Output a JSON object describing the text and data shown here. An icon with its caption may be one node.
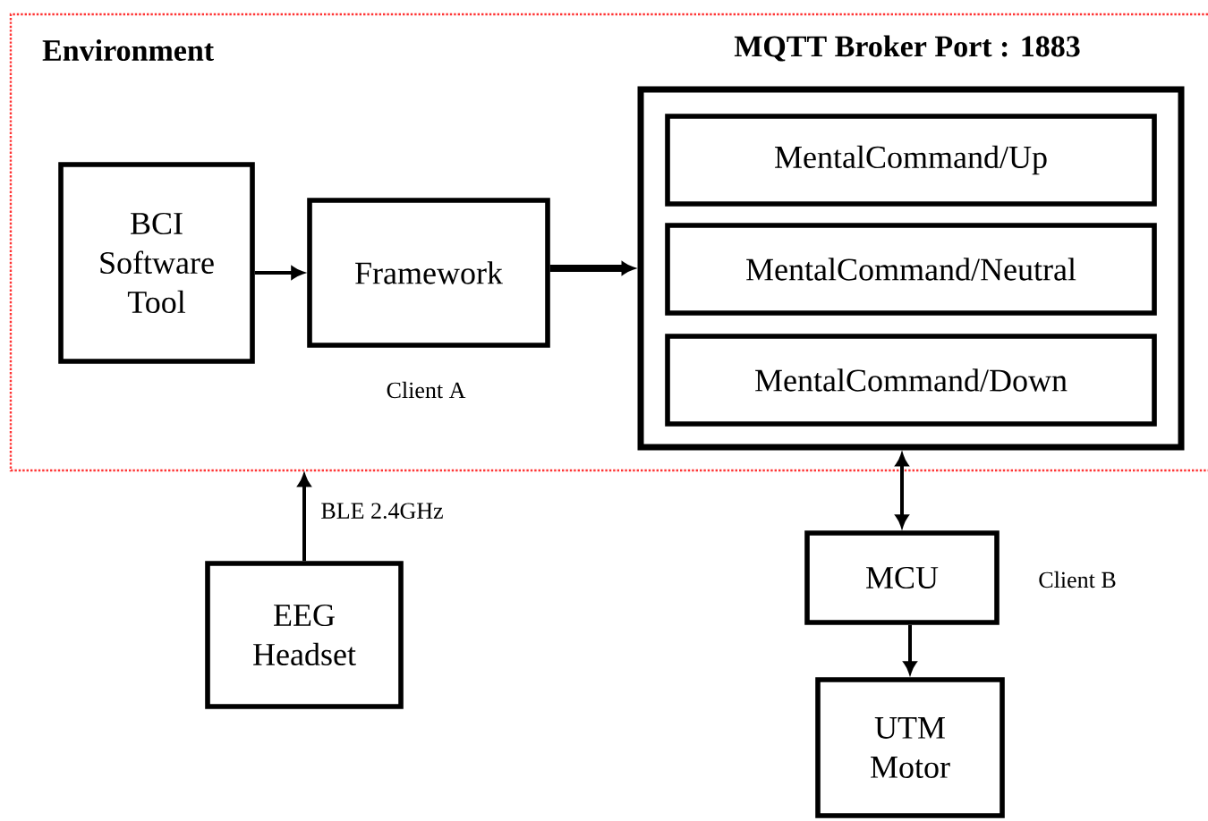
{
  "diagram": {
    "nodes": [
      {
        "text": [
          "Environment"
        ]
      },
      {
        "text": [
          "BCI Software Tool"
        ],
        "in": 0
      },
      {
        "text": [
          "Framework"
        ],
        "in": 0,
        "beside": [
          "Client A"
        ]
      },
      {
        "text": [
          "MQTT Broker Port : 1883"
        ],
        "in": 0
      },
      {
        "text": [
          "MentalCommand/Up"
        ],
        "in": 3
      },
      {
        "text": [
          "MentalCommand/Neutral"
        ],
        "in": 3
      },
      {
        "text": [
          "MentalCommand/Down"
        ],
        "in": 3
      },
      {
        "text": [
          "EEG Headset"
        ]
      },
      {
        "text": [
          "MCU"
        ],
        "beside": [
          "Client B"
        ]
      },
      {
        "text": [
          "UTM Motor"
        ]
      }
    ],
    "edges": [
      {
        "from": 1,
        "to": 2,
        "arrow": "to"
      },
      {
        "from": 2,
        "to": 3,
        "arrow": "to",
        "style": "thick"
      },
      {
        "from": 7,
        "to": 0,
        "arrow": "to",
        "label": "BLE 2.4GHz"
      },
      {
        "from": 3,
        "to": 8,
        "arrow": "both"
      },
      {
        "from": 8,
        "to": 9,
        "arrow": "to"
      }
    ]
  }
}
